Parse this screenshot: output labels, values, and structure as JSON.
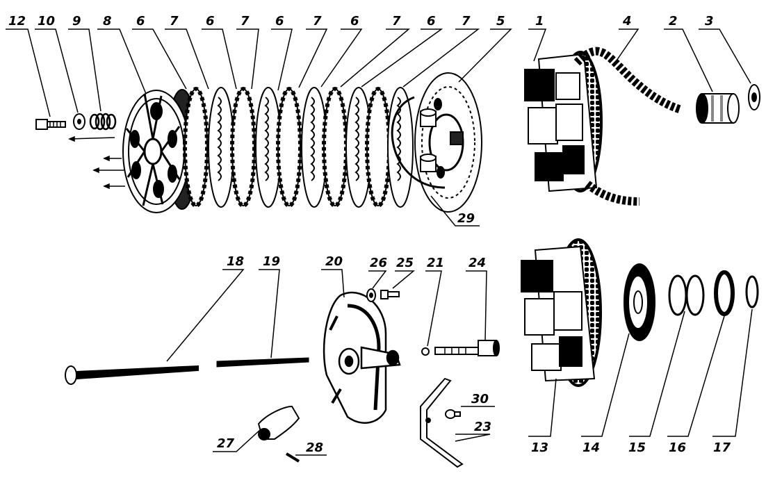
{
  "labels": {
    "p12": "12",
    "p10": "10",
    "p9": "9",
    "p8": "8",
    "p6a": "6",
    "p7a": "7",
    "p6b": "6",
    "p7b": "7",
    "p6c": "6",
    "p7c": "7",
    "p6d": "6",
    "p7d": "7",
    "p6e": "6",
    "p7e": "7",
    "p5": "5",
    "p1": "1",
    "p4": "4",
    "p2": "2",
    "p3": "3",
    "p29": "29",
    "p18": "18",
    "p19": "19",
    "p20": "20",
    "p26": "26",
    "p25": "25",
    "p21": "21",
    "p24": "24",
    "p30": "30",
    "p23": "23",
    "p27": "27",
    "p28": "28",
    "p13": "13",
    "p14": "14",
    "p15": "15",
    "p16": "16",
    "p17": "17"
  },
  "colors": {
    "ink": "#000000",
    "paper": "#ffffff",
    "grey": "#d8d8d8"
  }
}
